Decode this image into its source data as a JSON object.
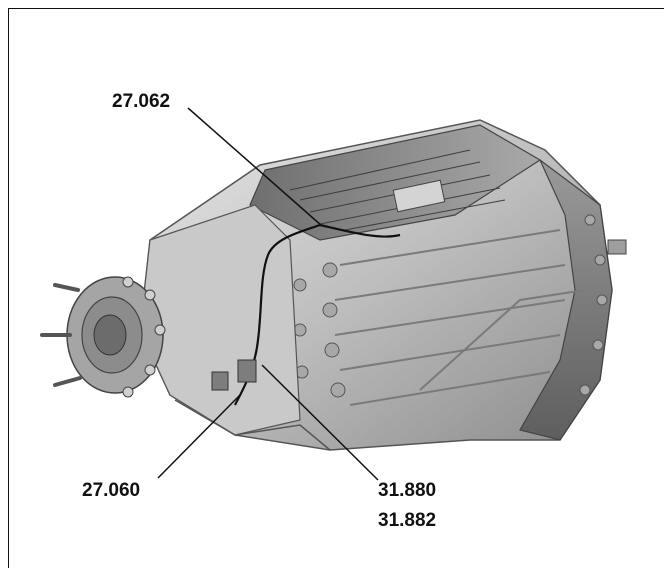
{
  "figure": {
    "subject_icon": "transmission-gearbox-illustration",
    "callouts": [
      {
        "id": "c1",
        "label": "27.062"
      },
      {
        "id": "c2",
        "label": "27.060"
      },
      {
        "id": "c3",
        "label": "31.880"
      },
      {
        "id": "c4",
        "label": "31.882"
      }
    ]
  }
}
